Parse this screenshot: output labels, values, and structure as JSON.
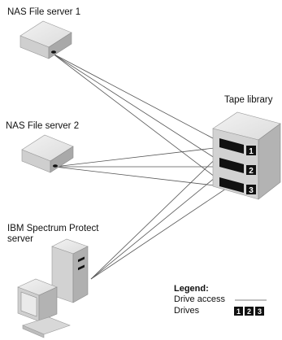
{
  "labels": {
    "nas1": "NAS File server 1",
    "nas2": "NAS File server 2",
    "tape": "Tape library",
    "ibm": "IBM Spectrum Protect server"
  },
  "legend": {
    "title": "Legend:",
    "drive_access": "Drive access",
    "drives": "Drives"
  },
  "drives": [
    "1",
    "2",
    "3"
  ],
  "legend_drives": [
    "1",
    "2",
    "3"
  ]
}
